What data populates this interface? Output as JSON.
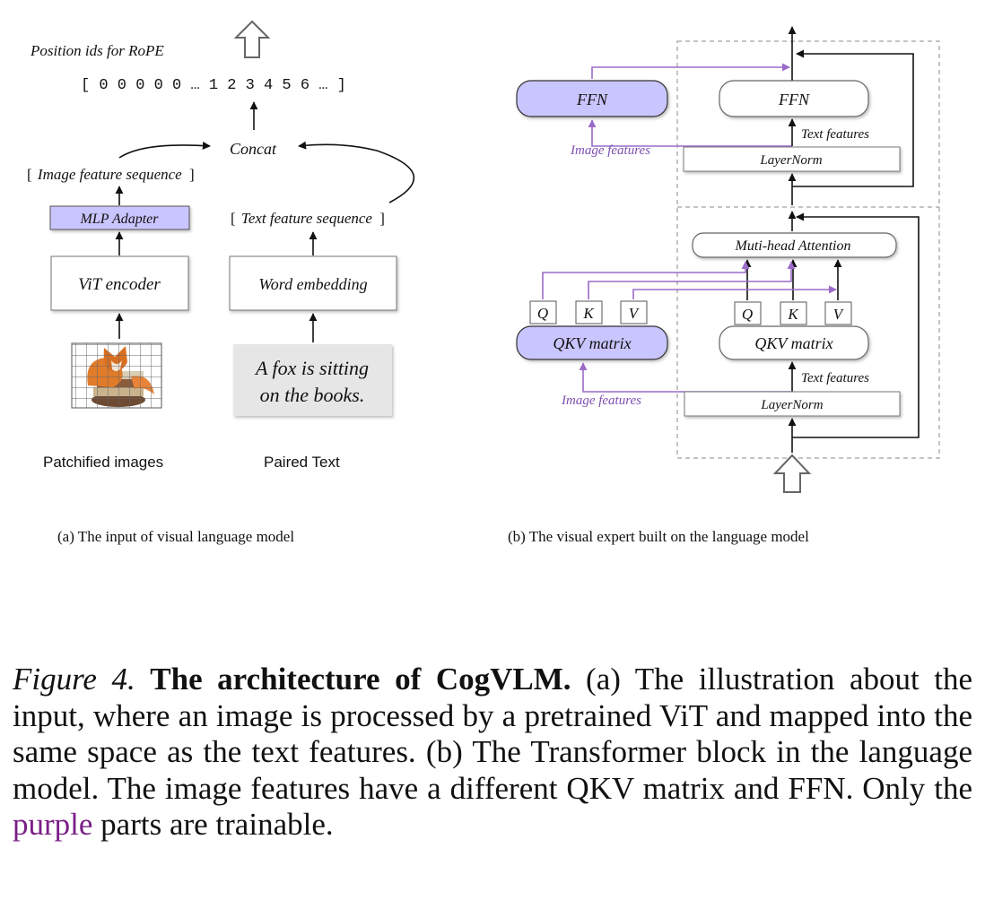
{
  "left": {
    "rope_label": "Position ids for RoPE",
    "position_ids": "[ 0 0 0 0 0 … 1 2 3 4 5 6 … ]",
    "concat": "Concat",
    "image_seq_open": "[",
    "image_seq_text": "Image feature sequence",
    "image_seq_close": "]",
    "mlp_adapter": "MLP Adapter",
    "vit_encoder": "ViT encoder",
    "text_seq_open": "[",
    "text_seq_text": "Text  feature sequence",
    "text_seq_close": "]",
    "word_embedding": "Word embedding",
    "paired_text_line1": "A fox is sitting",
    "paired_text_line2": "on the books.",
    "patchified_label": "Patchified images",
    "paired_label": "Paired Text",
    "subcaption": "(a) The input of visual language model"
  },
  "right": {
    "ffn_image": "FFN",
    "ffn_text": "FFN",
    "image_features_top": "Image features",
    "text_features_top": "Text features",
    "layernorm_top": "LayerNorm",
    "attention": "Muti-head Attention",
    "q_img": "Q",
    "k_img": "K",
    "v_img": "V",
    "q_txt": "Q",
    "k_txt": "K",
    "v_txt": "V",
    "qkv_image": "QKV matrix",
    "qkv_text": "QKV matrix",
    "text_features_bottom": "Text features",
    "image_features_bottom": "Image features",
    "layernorm_bottom": "LayerNorm",
    "subcaption": "(b) The visual expert built on the language model"
  },
  "caption": {
    "label": "Figure 4.",
    "title": "The architecture of CogVLM.",
    "body_before": "(a) The illustration about the input, where an image is processed by a pretrained ViT and mapped into the same space as the text features. (b) The Transformer block in the language model. The image features have a different QKV matrix and FFN. Only the",
    "purple_word": "purple",
    "body_after": "parts are trainable."
  },
  "colors": {
    "purple_fill": "#c9c5ff",
    "purple_line": "#9b6bc9",
    "purple_text": "#7d4fb0",
    "caption_purple": "#7a1f86",
    "paired_text_bg": "#e6e6e6",
    "dashed_border": "#888888"
  }
}
